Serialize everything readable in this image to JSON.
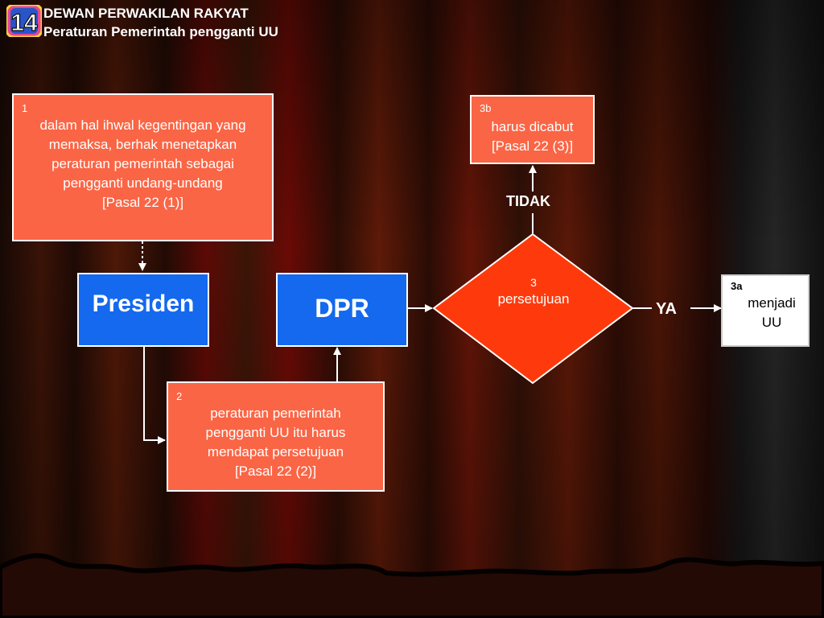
{
  "header": {
    "slide_number": "14",
    "line1": "DEWAN PERWAKILAN RAKYAT",
    "line2": "Peraturan Pemerintah pengganti UU"
  },
  "box1": {
    "number": "1",
    "lines": [
      "dalam hal ihwal kegentingan yang",
      "memaksa, berhak menetapkan",
      "peraturan pemerintah sebagai",
      "pengganti undang-undang",
      "[Pasal 22 (1)]"
    ]
  },
  "presiden": {
    "label": "Presiden"
  },
  "dpr": {
    "label": "DPR"
  },
  "box2": {
    "number": "2",
    "lines": [
      "peraturan pemerintah",
      "pengganti UU itu harus",
      "mendapat persetujuan",
      "[Pasal 22 (2)]"
    ]
  },
  "decision": {
    "number": "3",
    "label": "persetujuan"
  },
  "box3b": {
    "number": "3b",
    "lines": [
      "harus dicabut",
      "[Pasal 22 (3)]"
    ]
  },
  "box3a": {
    "number": "3a",
    "lines": [
      "menjadi",
      "UU"
    ]
  },
  "edges": {
    "no_label": "TIDAK",
    "yes_label": "YA"
  },
  "colors": {
    "box_orange": "#fa6545",
    "box_blue": "#1469ee",
    "diamond_red": "#fe3a0c",
    "curtain_dark": "#1c0a05",
    "curtain_red": "#5a0904"
  }
}
